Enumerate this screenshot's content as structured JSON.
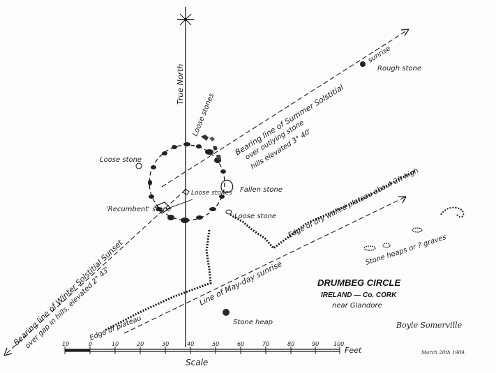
{
  "title": {
    "main": "DRUMBEG CIRCLE",
    "line2": "IRELAND — Co. CORK",
    "line3": "near Glandore"
  },
  "north_label": "True North",
  "bearings": {
    "summer_1": "Bearing line of Summer Solstitial",
    "summer_word": "sunrise",
    "summer_2": "over outlying stone",
    "summer_3": "hills elevated 3° 40'",
    "winter_1": "Bearing line of Winter Solstitial Sunset",
    "winter_2": "over gap in hills, elevated 2° 43'",
    "mayday": "Line of May-day sunrise"
  },
  "labels": {
    "rough_stone": "Rough stone",
    "loose_stones_top": "Loose stones",
    "loose_stone_left": "Loose stone",
    "loose_stones_center": "Loose stones",
    "fallen_stone": "Fallen stone",
    "recumbent_stone": "'Recumbent' stone",
    "loose_stone_right": "Loose stone",
    "edge_walled": "Edge of dry walled plateau about 2ft high",
    "stone_heaps": "Stone heaps or ? graves",
    "edge_plateau": "Edge of plateau",
    "stone_heap": "Stone heap"
  },
  "scale": {
    "ticks": [
      "10",
      "0",
      "10",
      "20",
      "30",
      "40",
      "50",
      "60",
      "70",
      "80",
      "90",
      "100"
    ],
    "unit": "Feet",
    "label": "Scale"
  },
  "signature": {
    "name": "Boyle Somerville",
    "date": "March 20th 1909."
  },
  "colors": {
    "ink": "#1a1a1a",
    "paper": "#fdfdfb"
  }
}
